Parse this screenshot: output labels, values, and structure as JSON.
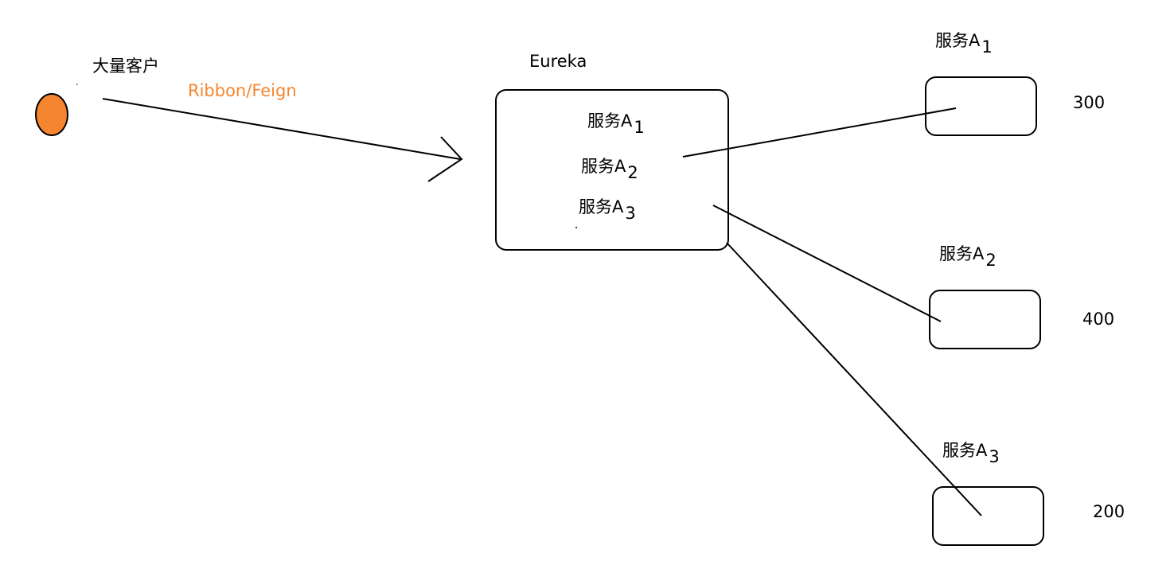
{
  "client": {
    "label": "大量客户",
    "color": "#f5862f"
  },
  "protocol_label": "Ribbon/Feign",
  "protocol_color": "#f5862f",
  "registry": {
    "title": "Eureka",
    "entries": [
      {
        "name": "服务A",
        "index": "1"
      },
      {
        "name": "服务A",
        "index": "2"
      },
      {
        "name": "服务A",
        "index": "3"
      }
    ]
  },
  "instances": [
    {
      "name": "服务A",
      "index": "1",
      "value": "300"
    },
    {
      "name": "服务A",
      "index": "2",
      "value": "400"
    },
    {
      "name": "服务A",
      "index": "3",
      "value": "200"
    }
  ]
}
